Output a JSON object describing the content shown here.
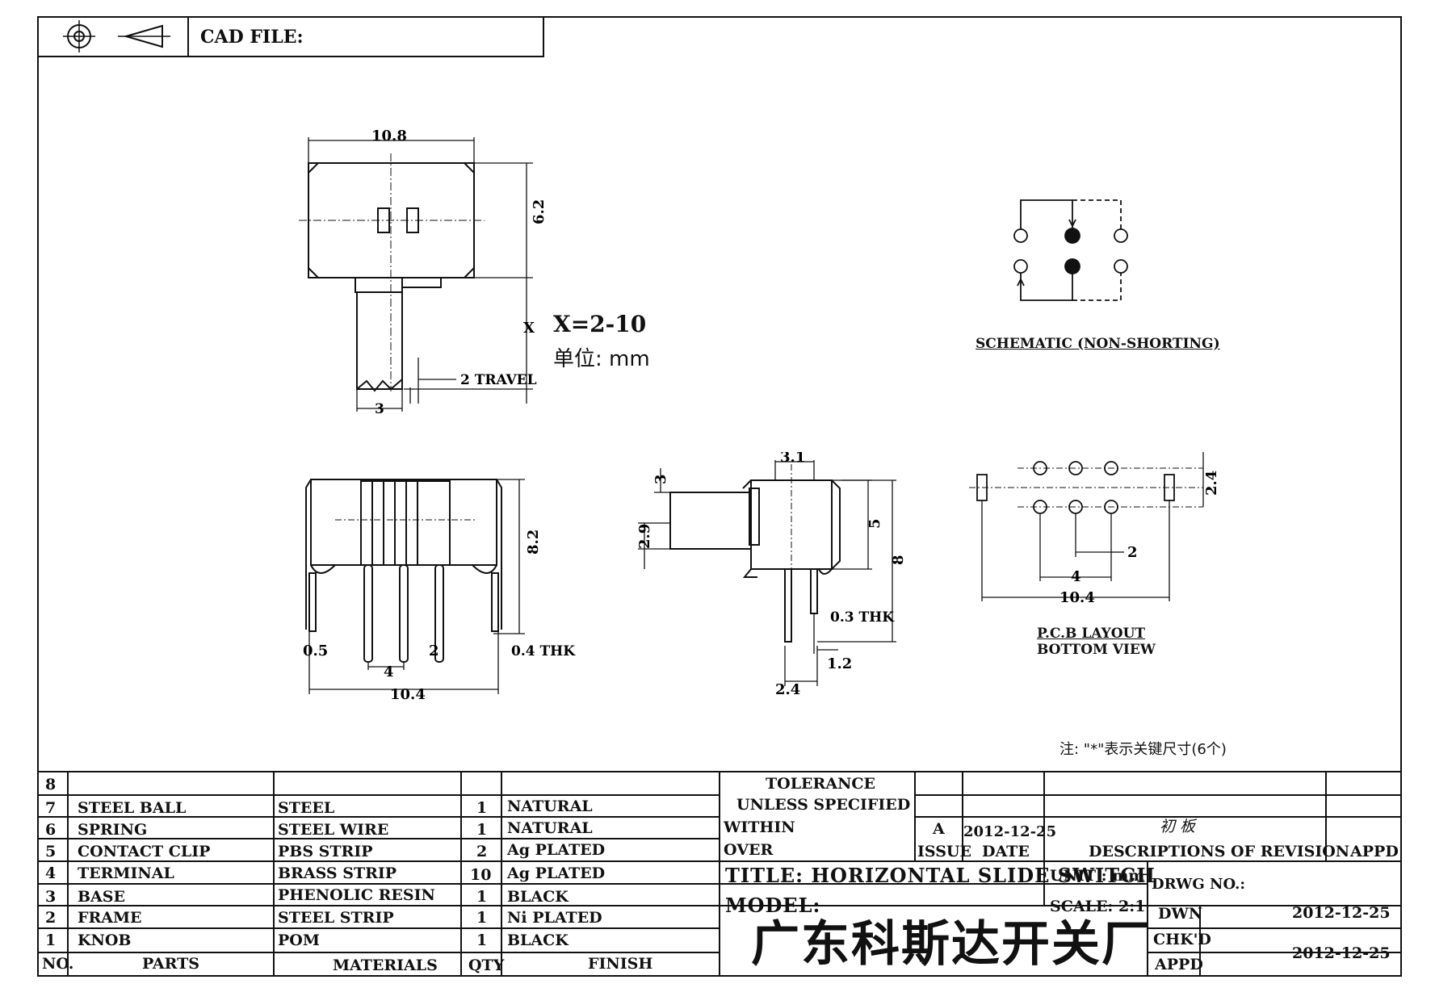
{
  "header": {
    "cad_file_label": "CAD FILE:"
  },
  "drawing": {
    "top_view": {
      "width": "10.8",
      "height": "6.2",
      "x_dim": "X",
      "x_note": "X=2-10",
      "unit_note": "单位: mm",
      "travel": "2 TRAVEL",
      "knob_w": "3"
    },
    "front_view": {
      "pitch_small": "0.5",
      "pitch": "4",
      "pitch2": "2",
      "thk": "0.4 THK",
      "total": "10.4",
      "height": "8.2"
    },
    "side_view": {
      "top": "3.1",
      "knob": "3",
      "knob_h": "2.9",
      "body_h": "5",
      "total_h": "8",
      "thk": "0.3 THK",
      "lead": "1.2",
      "spacing": "2.4"
    },
    "schematic_label": "SCHEMATIC (NON-SHORTING)",
    "pcb": {
      "height": "2.4",
      "pitch2": "2",
      "pitch4": "4",
      "total": "10.4",
      "label1": "P.C.B LAYOUT",
      "label2": "BOTTOM VIEW"
    },
    "note": "注: \"*\"表示关键尺寸(6个)"
  },
  "bom": {
    "rows": [
      {
        "no": "8",
        "part": "",
        "material": "",
        "qty": "",
        "finish": ""
      },
      {
        "no": "7",
        "part": "STEEL BALL",
        "material": "STEEL",
        "qty": "1",
        "finish": "NATURAL"
      },
      {
        "no": "6",
        "part": "SPRING",
        "material": "STEEL WIRE",
        "qty": "1",
        "finish": "NATURAL"
      },
      {
        "no": "5",
        "part": "CONTACT CLIP",
        "material": "PBS STRIP",
        "qty": "2",
        "finish": "Ag PLATED"
      },
      {
        "no": "4",
        "part": "TERMINAL",
        "material": "BRASS STRIP",
        "qty": "10",
        "finish": "Ag PLATED"
      },
      {
        "no": "3",
        "part": "BASE",
        "material": "PHENOLIC RESIN",
        "qty": "1",
        "finish": "BLACK"
      },
      {
        "no": "2",
        "part": "FRAME",
        "material": "STEEL STRIP",
        "qty": "1",
        "finish": "Ni PLATED"
      },
      {
        "no": "1",
        "part": "KNOB",
        "material": "POM",
        "qty": "1",
        "finish": "BLACK"
      }
    ],
    "headers": {
      "no": "NO.",
      "parts": "PARTS",
      "materials": "MATERIALS",
      "qty": "QTY",
      "finish": "FINISH"
    }
  },
  "title_block": {
    "tolerance": "TOLERANCE",
    "unless": "UNLESS   SPECIFIED",
    "within": "WITHIN",
    "over": "OVER",
    "rev": "A",
    "rev_date": "2012-12-25",
    "rev_desc": "初 板",
    "issue": "ISSUE",
    "date": "DATE",
    "descriptions": "DESCRIPTIONS  OF  REVISION",
    "appd": "APPD",
    "title": "TITLE:  HORIZONTAL  SLIDE  SWITCH",
    "unit": "UNIT : mm",
    "drwg_no": "DRWG NO.:",
    "model": "MODEL:",
    "scale": "SCALE: 2:1",
    "dwn": "DWN",
    "dwn_date": "2012-12-25",
    "chkd": "CHK'D",
    "chkd_date": "2012-12-25",
    "appd2": "APPD",
    "company": "广东科斯达开关厂"
  }
}
